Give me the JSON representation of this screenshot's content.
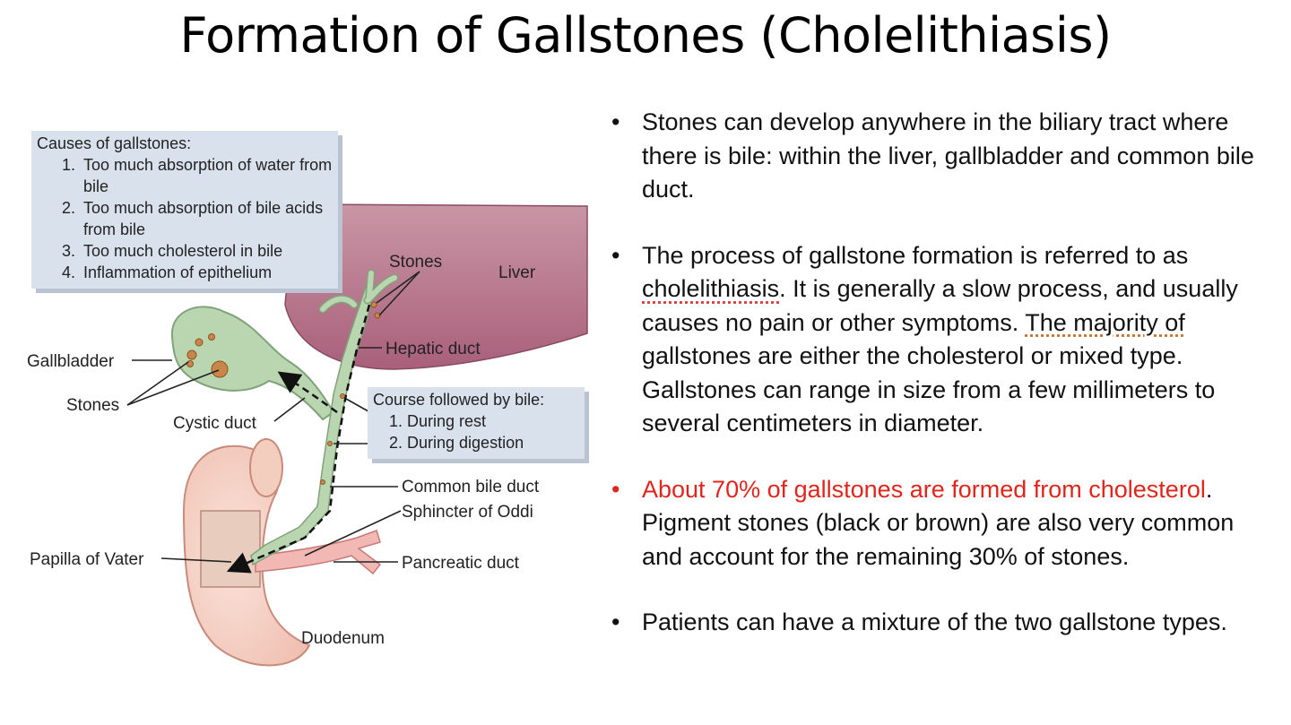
{
  "title": "Formation of Gallstones (Cholelithiasis)",
  "diagram": {
    "causes_box": {
      "heading": "Causes of gallstones:",
      "items": [
        "Too much absorption of water from bile",
        "Too much absorption of bile acids from bile",
        "Too much cholesterol in bile",
        "Inflammation of epithelium"
      ]
    },
    "course_box": {
      "heading": "Course followed by bile:",
      "items": [
        "1. During rest",
        "2. During digestion"
      ]
    },
    "labels": {
      "stones_top": "Stones",
      "liver": "Liver",
      "hepatic_duct": "Hepatic duct",
      "gallbladder": "Gallbladder",
      "stones_left": "Stones",
      "cystic_duct": "Cystic duct",
      "common_bile_duct": "Common bile duct",
      "sphincter": "Sphincter of Oddi",
      "papilla": "Papilla of Vater",
      "pancreatic_duct": "Pancreatic duct",
      "duodenum": "Duodenum"
    }
  },
  "bullets": {
    "b1": "Stones can develop anywhere in the biliary tract where there is bile: within the liver, gallbladder and common bile duct.",
    "b2_part1": "The process of gallstone formation is referred to as ",
    "b2_term": "cholelithiasis",
    "b2_part2": ". It is generally a slow process, and usually causes no pain or other symptoms. ",
    "b2_the": "The majority of",
    "b2_part3": " gallstones are either the cholesterol or mixed type. Gallstones can range in size from a few millimeters to several centimeters in diameter.",
    "b3_red": "About 70% of gallstones are formed from cholesterol",
    "b3_rest": ". Pigment stones (black or brown) are also very common and account for the remaining 30% of stones.",
    "b4": "Patients can have a mixture of the two gallstone types."
  },
  "colors": {
    "accent_red": "#e0261c",
    "box_fill": "#d9e1ec",
    "liver": "#bf8496",
    "gallbladder": "#b9d6b1",
    "duodenum": "#f6d2c8"
  },
  "bullet_symbol": "•"
}
